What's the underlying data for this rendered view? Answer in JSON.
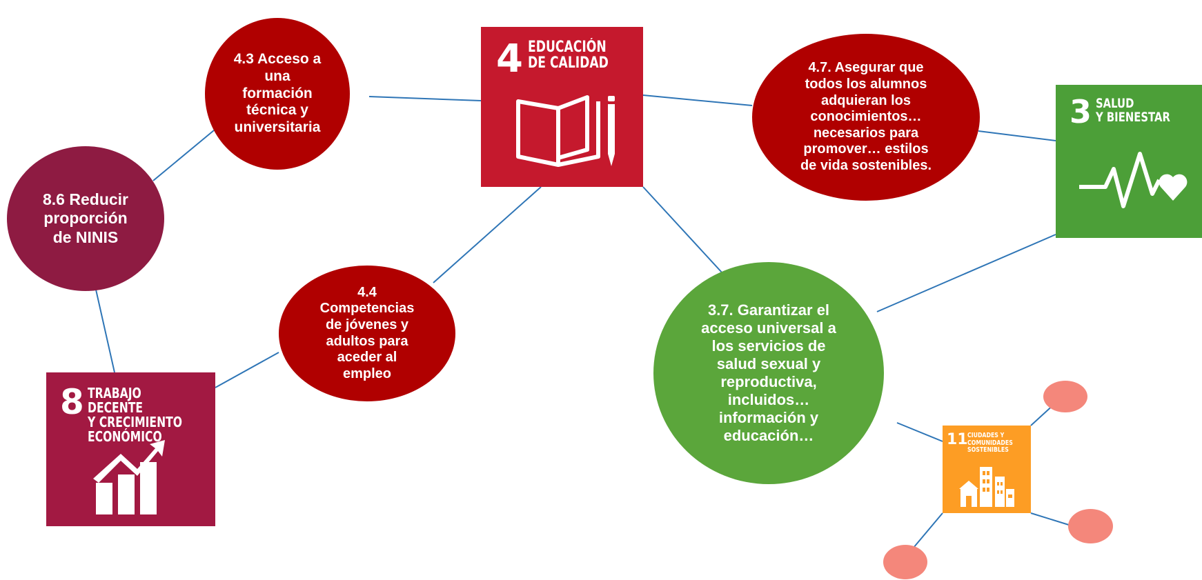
{
  "colors": {
    "line": "#2E75B6",
    "target_red": "#B00000",
    "target_purple": "#8E1B42",
    "target_green": "#5BA63B",
    "sdg4": "#C5192D",
    "sdg3": "#4C9F38",
    "sdg8": "#A21942",
    "sdg11": "#FD9D24",
    "dot": "#F4877B"
  },
  "sdg_cards": {
    "sdg4": {
      "number": "4",
      "title": "EDUCACIÓN\nDE CALIDAD",
      "icon": "open-book-pencil-icon"
    },
    "sdg3": {
      "number": "3",
      "title": "SALUD\nY BIENESTAR",
      "icon": "heartbeat-icon"
    },
    "sdg8": {
      "number": "8",
      "title": "TRABAJO DECENTE\nY CRECIMIENTO\nECONÓMICO",
      "icon": "growth-chart-icon"
    },
    "sdg11": {
      "number": "11",
      "title": "CIUDADES Y\nCOMUNIDADES\nSOSTENIBLES",
      "icon": "city-buildings-icon"
    }
  },
  "targets": {
    "t43": "4.3 Acceso a\nuna\nformación\ntécnica y\nuniversitaria",
    "t86": "8.6 Reducir\nproporción\nde NINIS",
    "t44": "4.4\nCompetencias\nde jóvenes y\nadultos para\naceder al\nempleo",
    "t47": "4.7. Asegurar que\ntodos los alumnos\nadquieran los\nconocimientos…\nnecesarios para\npromover… estilos\nde vida sostenibles.",
    "t37": "3.7. Garantizar el\nacceso universal a\nlos servicios de\nsalud sexual y\nreproductiva,\nincluidos…\ninformación y\neducación…"
  }
}
